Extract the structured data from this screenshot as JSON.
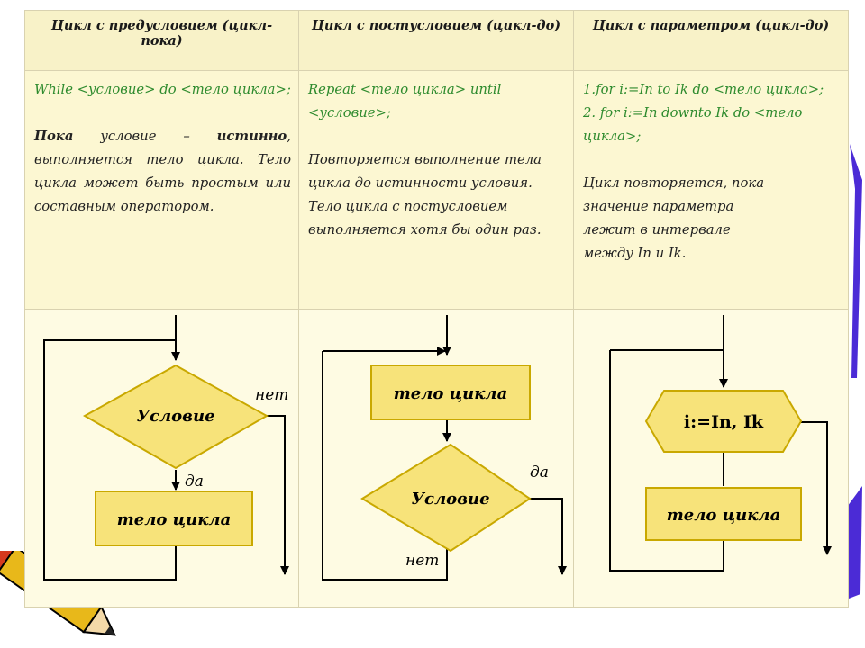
{
  "columns": [
    {
      "header": "Цикл с предусловием (цикл-пока)",
      "code": "While <условие> do <тело цикла>;",
      "desc_lead": "Пока",
      "desc_mid": " условие – ",
      "desc_bold": "истинно",
      "desc_rest": ", выполняется тело цикла. Тело цикла может быть простым или составным оператором.",
      "fig": {
        "condition": "Условие",
        "body": "тело цикла",
        "no": "нет",
        "yes": "да"
      }
    },
    {
      "header": "Цикл с постусловием (цикл-до)",
      "code": "Repeat <тело цикла> until <условие>;",
      "desc": "Повторяется выполнение тела цикла до истинности условия. Тело цикла с постусловием выполняется хотя бы один раз.",
      "fig": {
        "body": "тело цикла",
        "condition": "Условие",
        "yes": "да",
        "no": "нет"
      }
    },
    {
      "header": "Цикл с параметром (цикл-до)",
      "code1": "1.for i:=In to Ik do <тело цикла>;",
      "code2": "2. for i:=In downto Ik do <тело цикла>;",
      "desc": "Цикл повторяется, пока значение параметра лежит в интервале между In и Ik.",
      "fig": {
        "param": "i:=In, Ik",
        "body": "тело цикла"
      }
    }
  ],
  "colors": {
    "shape_fill": "#f7e37a",
    "shape_stroke": "#c9a800",
    "code_text": "#2e8b2e"
  }
}
